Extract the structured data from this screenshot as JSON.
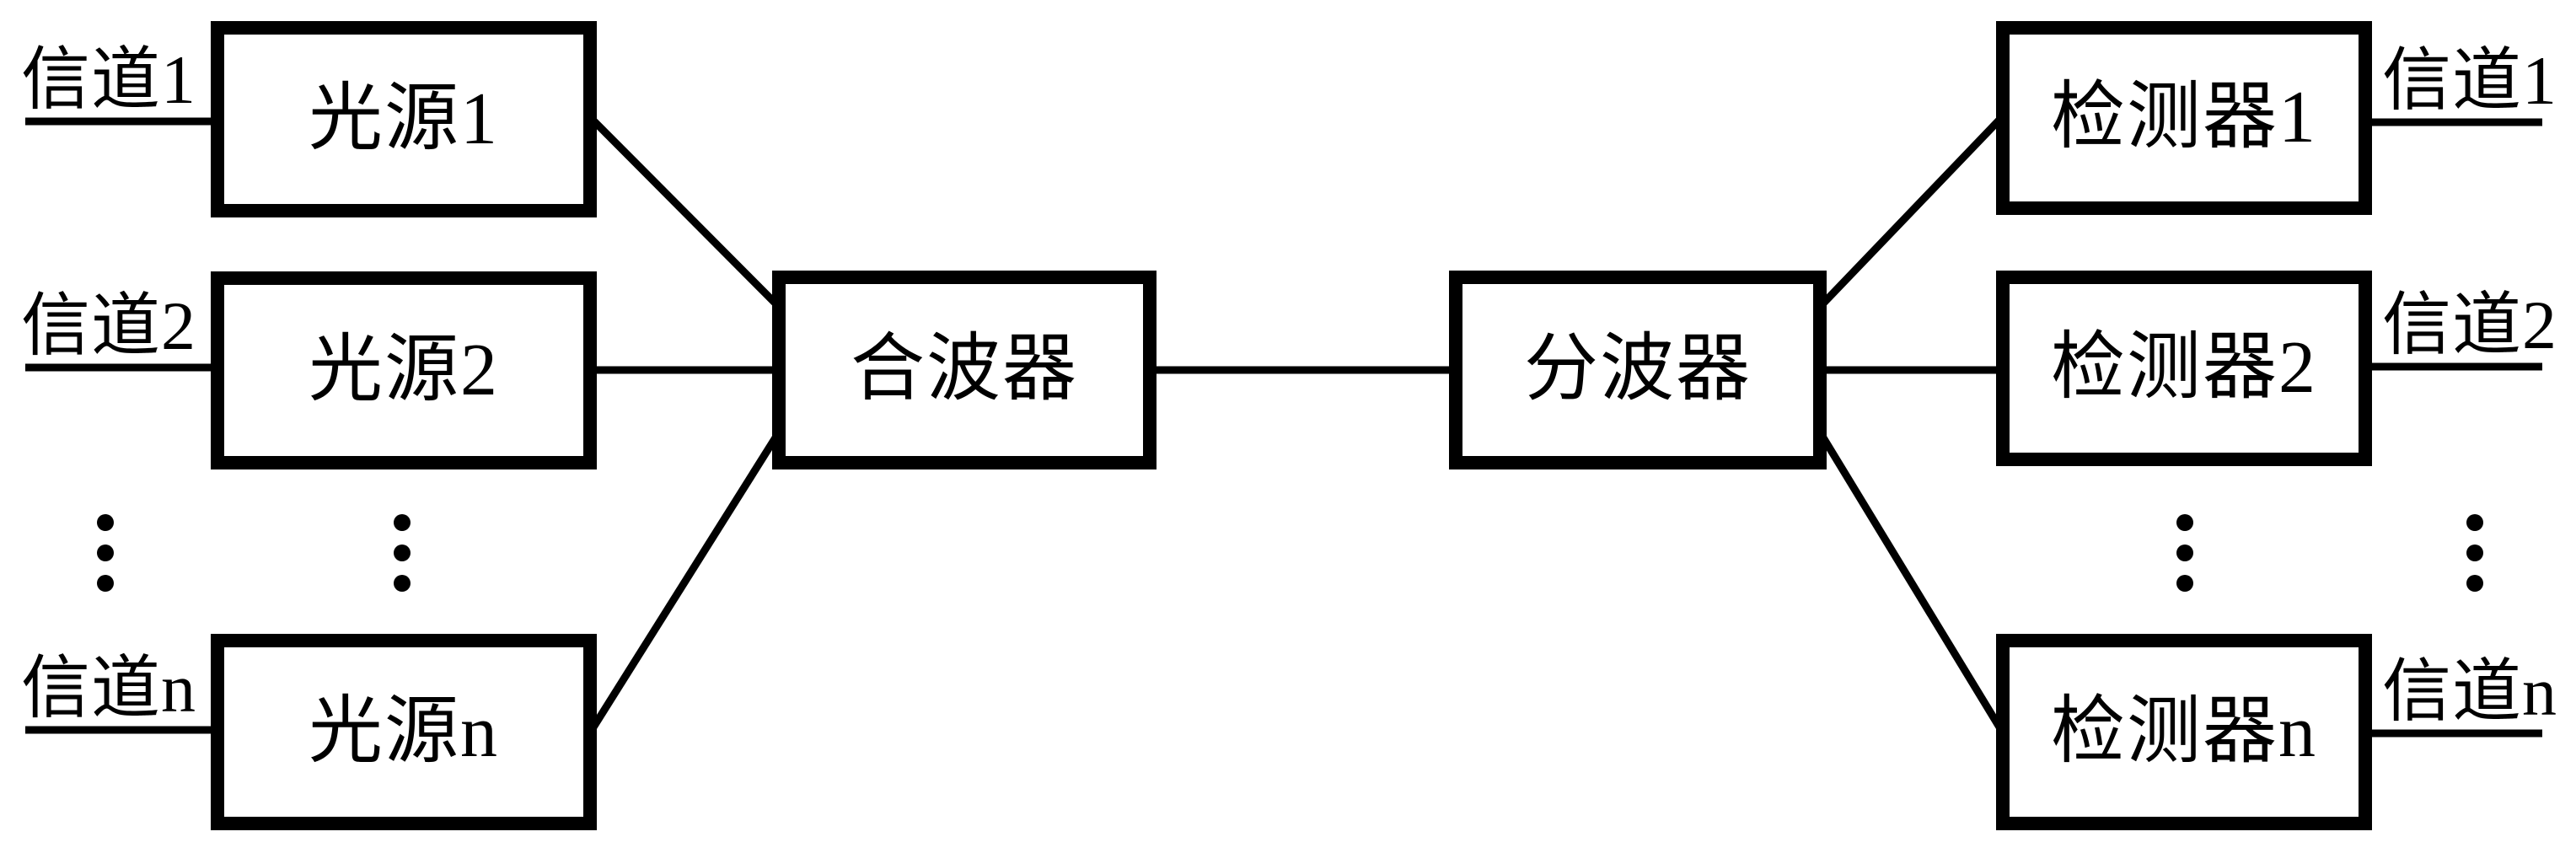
{
  "diagram": {
    "title": "wdm-optical-link-block-diagram",
    "left_channels": [
      {
        "label": "信道1"
      },
      {
        "label": "信道2"
      },
      {
        "label": "信道n"
      }
    ],
    "sources": [
      {
        "label": "光源1"
      },
      {
        "label": "光源2"
      },
      {
        "label": "光源n"
      }
    ],
    "multiplexer": {
      "label": "合波器"
    },
    "demultiplexer": {
      "label": "分波器"
    },
    "detectors": [
      {
        "label": "检测器1"
      },
      {
        "label": "检测器2"
      },
      {
        "label": "检测器n"
      }
    ],
    "right_channels": [
      {
        "label": "信道1"
      },
      {
        "label": "信道2"
      },
      {
        "label": "信道n"
      }
    ]
  },
  "colors": {
    "stroke": "#000000",
    "background": "#ffffff"
  }
}
